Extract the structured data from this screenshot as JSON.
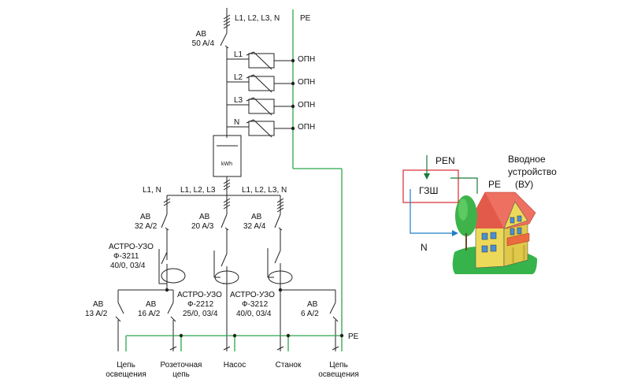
{
  "top": {
    "lines": "L1, L2, L3, N",
    "pe": "PE"
  },
  "main_breaker": {
    "name": "АВ",
    "rating": "50 A/4"
  },
  "surge": {
    "phases": [
      "L1",
      "L2",
      "L3",
      "N"
    ],
    "label": "ОПН"
  },
  "meter": {
    "label": "kWh"
  },
  "busbar_labels": [
    "L1, N",
    "L1, L2, L3",
    "L1, L2, L3, N"
  ],
  "group_breakers": [
    {
      "name": "АВ",
      "rating": "32 A/2"
    },
    {
      "name": "АВ",
      "rating": "20 A/3"
    },
    {
      "name": "АВ",
      "rating": "32 A/4"
    }
  ],
  "rcds": [
    {
      "name": "АСТРО-УЗО",
      "model": "Ф-3211",
      "params": "40/0, 03/4"
    },
    {
      "name": "АСТРО-УЗО",
      "model": "Ф-2212",
      "params": "25/0, 03/4"
    },
    {
      "name": "АСТРО-УЗО",
      "model": "Ф-3212",
      "params": "40/0, 03/4"
    }
  ],
  "branch_breakers": [
    {
      "name": "АВ",
      "rating": "13 A/2"
    },
    {
      "name": "АВ",
      "rating": "16 A/2"
    },
    {
      "name": "АВ",
      "rating": "6 A/2"
    }
  ],
  "pe_bus": "PE",
  "circuits": [
    [
      "Цепь",
      "освещения"
    ],
    [
      "Розеточная",
      "цепь"
    ],
    [
      "Насос"
    ],
    [
      "Станок"
    ],
    [
      "Цепь",
      "освещения"
    ]
  ],
  "house": {
    "pen": "PEN",
    "pe": "PE",
    "gzsh": "ГЗШ",
    "n": "N",
    "title": [
      "Вводное",
      "устройство",
      "(ВУ)"
    ]
  },
  "colors": {
    "wire": "#222222",
    "pe_wire": "#2aa84a",
    "gzsh_box": "#d9282f",
    "n_wire": "#1f7fc6",
    "roof": "#ee7060",
    "wall": "#ecd95a",
    "tree": "#3db34a",
    "ground": "#36b34a",
    "window": "#4a8fd6",
    "balcony": "#ec6a3f"
  }
}
